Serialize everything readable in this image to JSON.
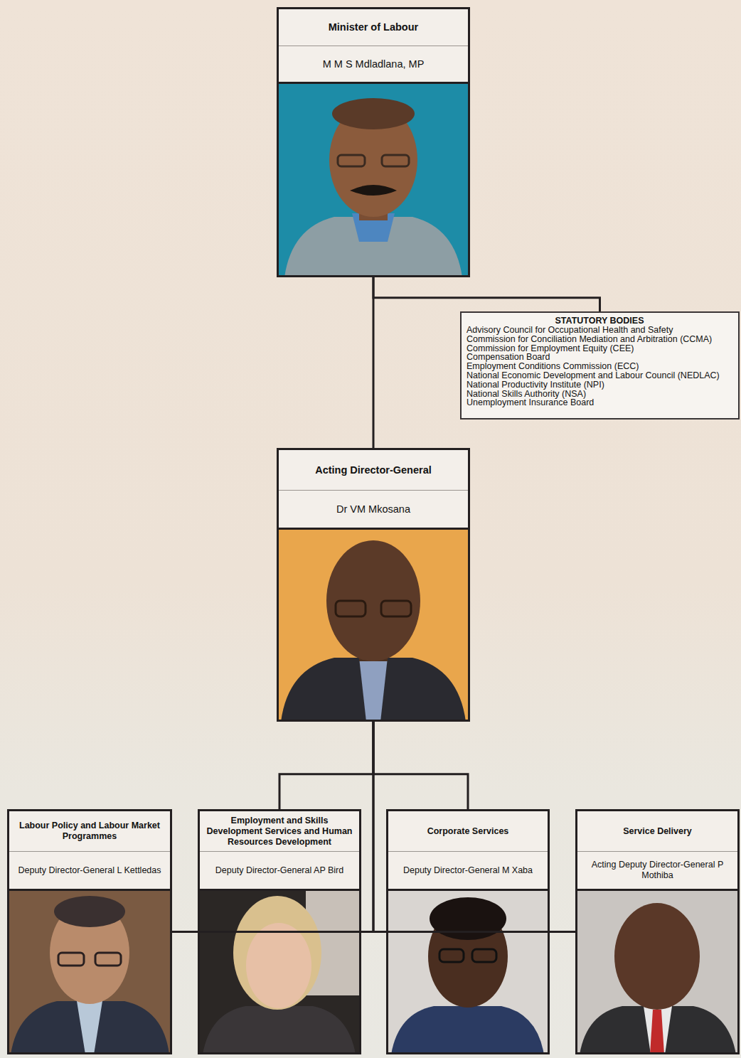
{
  "diagram": {
    "nodes": [
      {
        "text": [
          "Minister of Labour",
          "M M S Mdladlana, MP"
        ]
      },
      {
        "text": [
          "STATUTORY BODIES",
          "Advisory Council for Occupational Health and Safety",
          "Commission for Conciliation Mediation and Arbitration (CCMA)",
          "Commission for Employment Equity (CEE)",
          "Compensation Board",
          "Employment Conditions Commission (ECC)",
          "National Economic Development and Labour Council (NEDLAC)",
          "National Productivity Institute (NPI)",
          "National Skills Authority (NSA)",
          "Unemployment Insurance Board"
        ]
      },
      {
        "text": [
          "Acting Director-General",
          "Dr VM Mkosana"
        ]
      },
      {
        "text": [
          "Labour Policy and Labour Market Programmes",
          "Deputy Director-General L Kettledas"
        ]
      },
      {
        "text": [
          "Employment and Skills Development Services and Human Resources Development",
          "Deputy Director-General AP Bird"
        ]
      },
      {
        "text": [
          "Corporate Services",
          "Deputy Director-General M Xaba"
        ]
      },
      {
        "text": [
          "Service Delivery",
          "Acting Deputy Director-General P Mothiba"
        ]
      }
    ],
    "edges": [
      {
        "from": 0,
        "to": 2,
        "arrow": "none"
      },
      {
        "from": 0,
        "to": 1,
        "arrow": "none"
      },
      {
        "from": 2,
        "to": 3,
        "arrow": "none"
      },
      {
        "from": 2,
        "to": 4,
        "arrow": "none"
      },
      {
        "from": 2,
        "to": 5,
        "arrow": "none"
      },
      {
        "from": 2,
        "to": 6,
        "arrow": "none"
      }
    ]
  }
}
